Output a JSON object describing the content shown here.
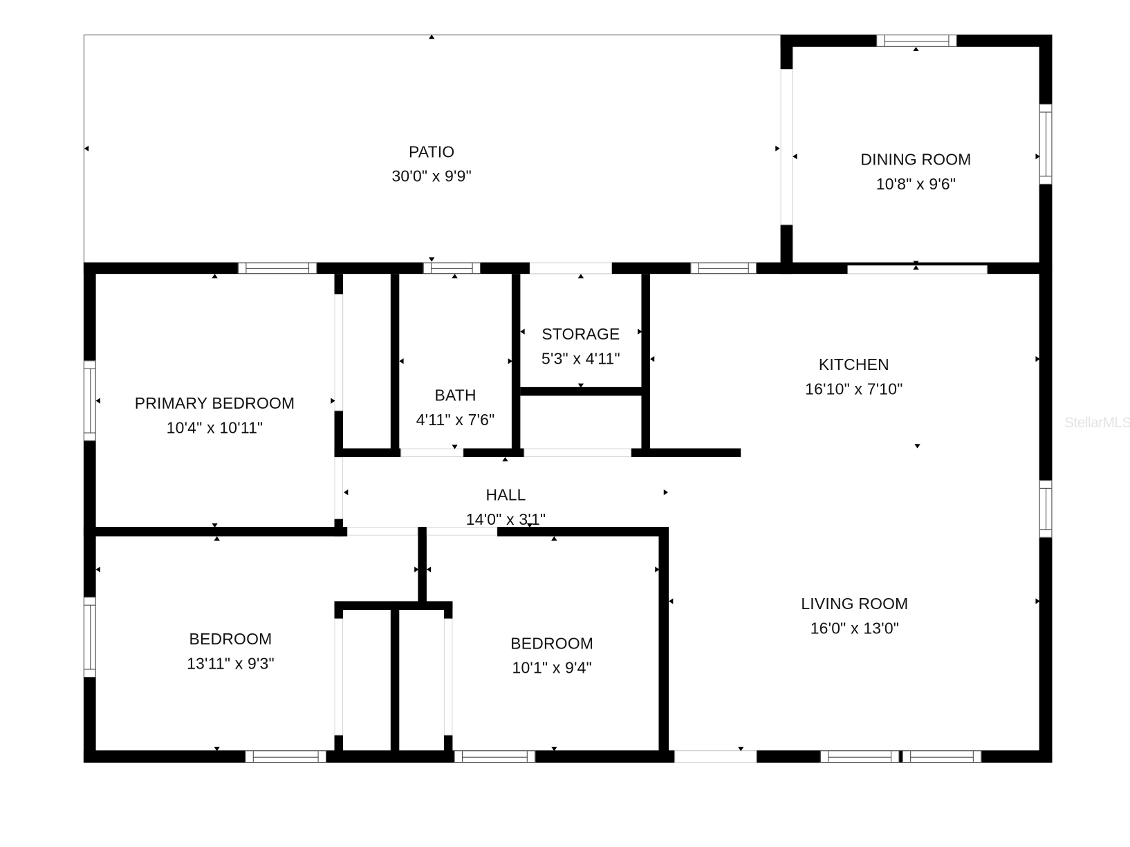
{
  "floorplan": {
    "rooms": [
      {
        "name": "PATIO",
        "dimensions": "30'0\" x 9'9\""
      },
      {
        "name": "DINING ROOM",
        "dimensions": "10'8\" x 9'6\""
      },
      {
        "name": "PRIMARY BEDROOM",
        "dimensions": "10'4\" x 10'11\""
      },
      {
        "name": "BATH",
        "dimensions": "4'11\" x 7'6\""
      },
      {
        "name": "STORAGE",
        "dimensions": "5'3\" x 4'11\""
      },
      {
        "name": "KITCHEN",
        "dimensions": "16'10\" x 7'10\""
      },
      {
        "name": "HALL",
        "dimensions": "14'0\" x 3'1\""
      },
      {
        "name": "BEDROOM",
        "dimensions": "13'11\" x 9'3\""
      },
      {
        "name": "BEDROOM",
        "dimensions": "10'1\" x 9'4\""
      },
      {
        "name": "LIVING ROOM",
        "dimensions": "16'0\" x 13'0\""
      }
    ],
    "colors": {
      "wall": "#000000",
      "background": "#ffffff",
      "text": "#111111",
      "watermark": "#e4e4e4"
    }
  },
  "watermark": "StellarMLS"
}
